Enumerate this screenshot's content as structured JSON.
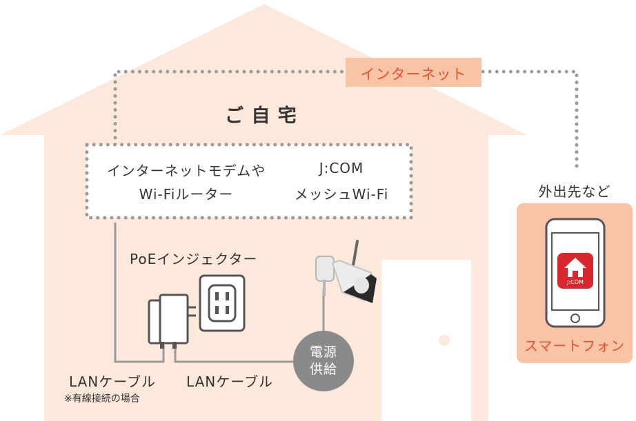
{
  "colors": {
    "house_fill": "#fde8dc",
    "dotted_line": "#9a9a9a",
    "internet_bg": "#f9c3a6",
    "accent_text": "#e8502f",
    "phone_panel_bg": "#f9c3a6",
    "power_circle": "#8a8a8a",
    "cable": "#9a9a9a",
    "app_icon_red": "#d7282f"
  },
  "internet_label": "インターネット",
  "home_title": "ご 自 宅",
  "router_box": {
    "left_line1": "インターネットモデムや",
    "left_line2": "Wi-Fiルーター",
    "right_line1": "J:COM",
    "right_line2": "メッシュWi-Fi"
  },
  "poe_label": "PoEインジェクター",
  "power_label_line1": "電源",
  "power_label_line2": "供給",
  "cable_label_left": "LANケーブル",
  "cable_note": "※有線接続の場合",
  "cable_label_right": "LANケーブル",
  "outside_label": "外出先など",
  "phone": {
    "app_label": "J:COM",
    "caption": "スマートフォン",
    "icons": [
      "house-icon",
      "home-button-icon"
    ]
  },
  "device_icons": [
    "power-adapter-icon",
    "wall-outlet-icon",
    "security-camera-icon",
    "door-icon"
  ]
}
